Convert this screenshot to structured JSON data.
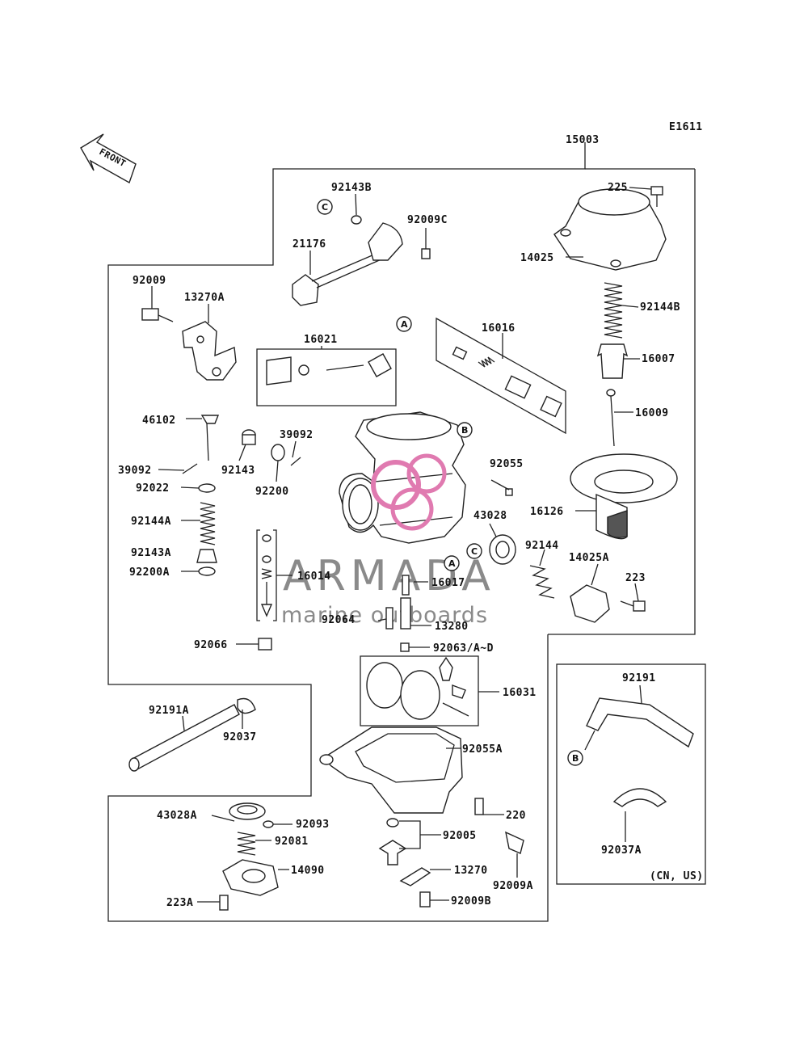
{
  "diagram_code": "E1611",
  "front_arrow_label": "FRONT",
  "assembly_label": "15003",
  "watermark": {
    "brand": "ARMADA",
    "tagline": "marine outboards",
    "logo_color": "#e07ab0"
  },
  "callouts": [
    "A",
    "B",
    "C"
  ],
  "parts": {
    "p92143B": "92143B",
    "p21176": "21176",
    "p92009C": "92009C",
    "p225": "225",
    "p14025": "14025",
    "p92009": "92009",
    "p13270A": "13270A",
    "p92144B": "92144B",
    "p16016": "16016",
    "p16007": "16007",
    "p16021": "16021",
    "p16009": "16009",
    "p46102": "46102",
    "p39092a": "39092",
    "p39092b": "39092",
    "p92143": "92143",
    "p92200": "92200",
    "p92022": "92022",
    "p92055": "92055",
    "p43028": "43028",
    "p16126": "16126",
    "p92144A": "92144A",
    "p92143A": "92143A",
    "p92144": "92144",
    "p14025A": "14025A",
    "p92200A": "92200A",
    "p16014": "16014",
    "p16017": "16017",
    "p223": "223",
    "p92064": "92064",
    "p13280": "13280",
    "p92066": "92066",
    "p92063": "92063/A~D",
    "p16031": "16031",
    "p92191A": "92191A",
    "p92037": "92037",
    "p92055A": "92055A",
    "p92191": "92191",
    "p43028A": "43028A",
    "p92093": "92093",
    "p220": "220",
    "p92081": "92081",
    "p92005": "92005",
    "p92037A": "92037A",
    "p14090": "14090",
    "p13270": "13270",
    "p92009A": "92009A",
    "p223A": "223A",
    "p92009B": "92009B"
  },
  "region_note": "(CN, US)"
}
